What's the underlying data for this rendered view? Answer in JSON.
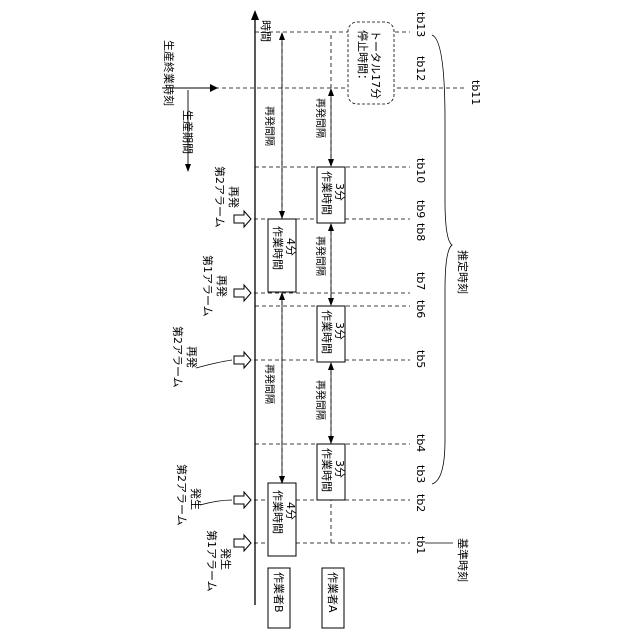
{
  "axis": {
    "time_label": "時間"
  },
  "workers": {
    "b": "作業者B",
    "a": "作業者A"
  },
  "task_label_3": [
    "作業時間",
    "3分"
  ],
  "task_label_4": [
    "作業時間",
    "4分"
  ],
  "interval_label": "再発間隔",
  "alarms": {
    "first_occur": [
      "第1アラーム",
      "発生"
    ],
    "second_occur": [
      "第2アラーム",
      "発生"
    ],
    "second_recur": [
      "第2アラーム",
      "再発"
    ],
    "first_recur": [
      "第1アラーム",
      "再発"
    ],
    "second_recur_2": [
      "第2アラーム",
      "再発"
    ]
  },
  "production": {
    "end": "生産終業時刻",
    "period": "生産期間"
  },
  "stop_time": [
    "停止時間：",
    "トータル17分"
  ],
  "ticks": [
    "tb1",
    "tb2",
    "tb3",
    "tb4",
    "tb5",
    "tb6",
    "tb7",
    "tb8",
    "tb9",
    "tb10",
    "tb11",
    "tb12",
    "tb13"
  ],
  "reference_time": "基準時刻",
  "estimated_time": "推定時刻"
}
